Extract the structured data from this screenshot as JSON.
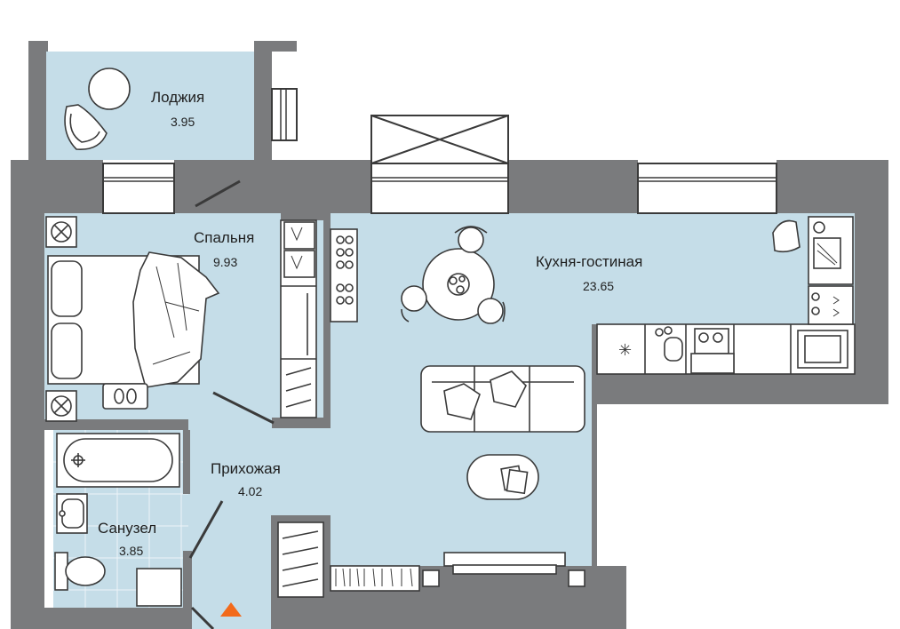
{
  "rooms": [
    {
      "id": "loggia",
      "name": "Лоджия",
      "area": "3.95"
    },
    {
      "id": "bedroom",
      "name": "Спальня",
      "area": "9.93"
    },
    {
      "id": "kitchen",
      "name": "Кухня-гостиная",
      "area": "23.65"
    },
    {
      "id": "hallway",
      "name": "Прихожая",
      "area": "4.02"
    },
    {
      "id": "bathroom",
      "name": "Санузел",
      "area": "3.85"
    }
  ],
  "colors": {
    "floor": "#c5dde8",
    "wall": "#7a7b7d",
    "furniture_stroke": "#3a3a3a",
    "entrance_marker": "#f26a1b"
  },
  "icons": {
    "entrance": "triangle-up-icon"
  }
}
